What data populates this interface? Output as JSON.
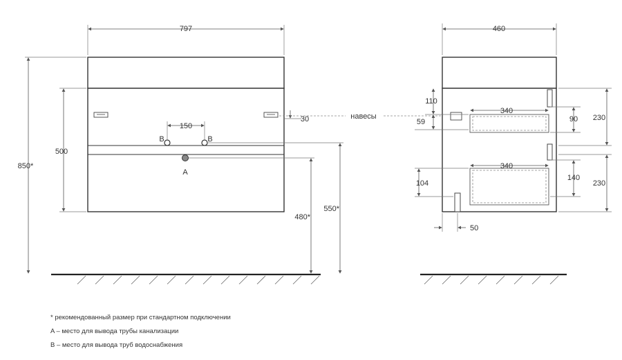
{
  "front": {
    "width_label": "797",
    "height_total_label": "850*",
    "body_height_label": "500",
    "pipe_spacing_label": "150",
    "pipe_b_left": "B",
    "pipe_b_right": "B",
    "pipe_a": "A",
    "height_480_label": "480*",
    "height_550_label": "550*",
    "offset_30_label": "30"
  },
  "hinges_label": "навесы",
  "side": {
    "depth_label": "460",
    "dim_110": "110",
    "dim_59": "59",
    "drawer_top_width": "340",
    "drawer_top_height": "90",
    "drawer_top_section": "230",
    "dim_104": "104",
    "drawer_bottom_width": "340",
    "drawer_bottom_height": "140",
    "drawer_bottom_section": "230",
    "dim_50": "50"
  },
  "notes": [
    "* рекомендованный размер при стандартном подключении",
    "A – место для вывода трубы канализации",
    "B – место для вывода труб водоснабжения"
  ]
}
